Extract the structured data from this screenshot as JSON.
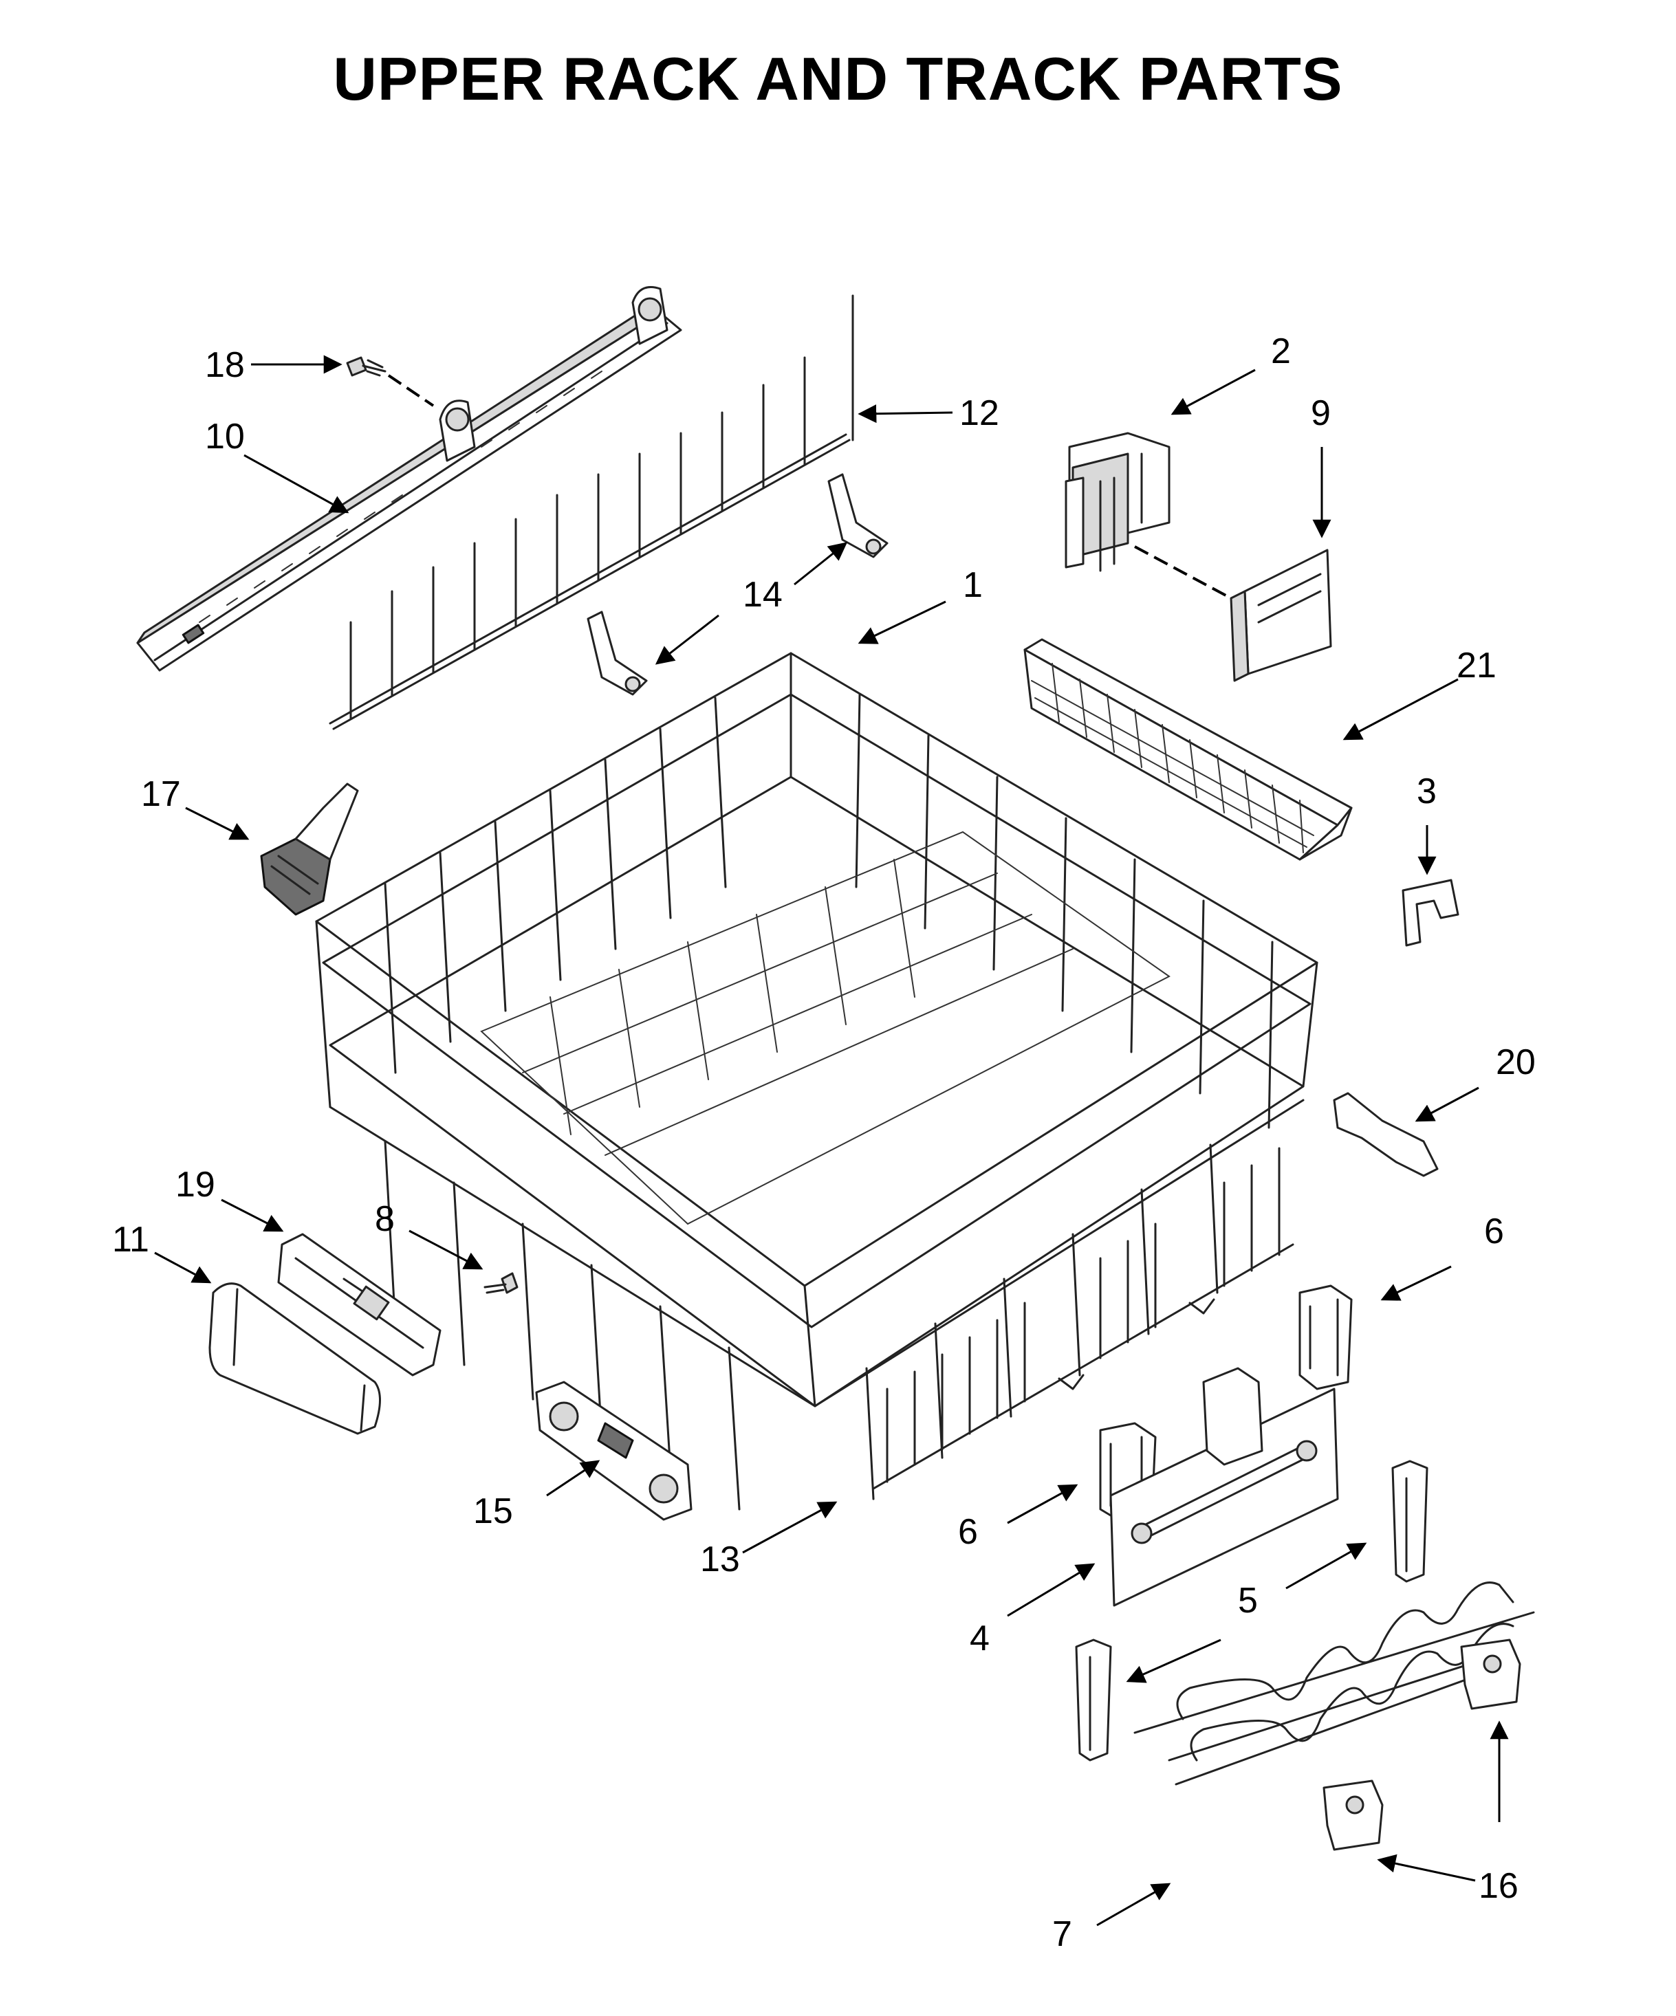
{
  "title": "UPPER RACK AND TRACK PARTS",
  "callouts": [
    {
      "id": "c18",
      "label": "18",
      "part": "screw"
    },
    {
      "id": "c10",
      "label": "10",
      "part": "track"
    },
    {
      "id": "c12",
      "label": "12",
      "part": "tine-row-left"
    },
    {
      "id": "c2",
      "label": "2",
      "part": "bracket"
    },
    {
      "id": "c9",
      "label": "9",
      "part": "cover"
    },
    {
      "id": "c14",
      "label": "14",
      "part": "clip"
    },
    {
      "id": "c1",
      "label": "1",
      "part": "upper-rack"
    },
    {
      "id": "c21",
      "label": "21",
      "part": "utensil-basket"
    },
    {
      "id": "c17",
      "label": "17",
      "part": "wheel-clip"
    },
    {
      "id": "c3",
      "label": "3",
      "part": "stop-clip"
    },
    {
      "id": "c20",
      "label": "20",
      "part": "adjuster-clip"
    },
    {
      "id": "c19",
      "label": "19",
      "part": "handle-base"
    },
    {
      "id": "c8",
      "label": "8",
      "part": "handle-screw"
    },
    {
      "id": "c11",
      "label": "11",
      "part": "handle-cover"
    },
    {
      "id": "c6a",
      "label": "6",
      "part": "latch-right"
    },
    {
      "id": "c15",
      "label": "15",
      "part": "roller-assembly"
    },
    {
      "id": "c6b",
      "label": "6",
      "part": "latch-left"
    },
    {
      "id": "c13",
      "label": "13",
      "part": "tine-row-right"
    },
    {
      "id": "c4",
      "label": "4",
      "part": "adjuster-assembly"
    },
    {
      "id": "c5",
      "label": "5",
      "part": "guide"
    },
    {
      "id": "c7",
      "label": "7",
      "part": "cup-shelf"
    },
    {
      "id": "c16",
      "label": "16",
      "part": "shelf-clip"
    }
  ]
}
